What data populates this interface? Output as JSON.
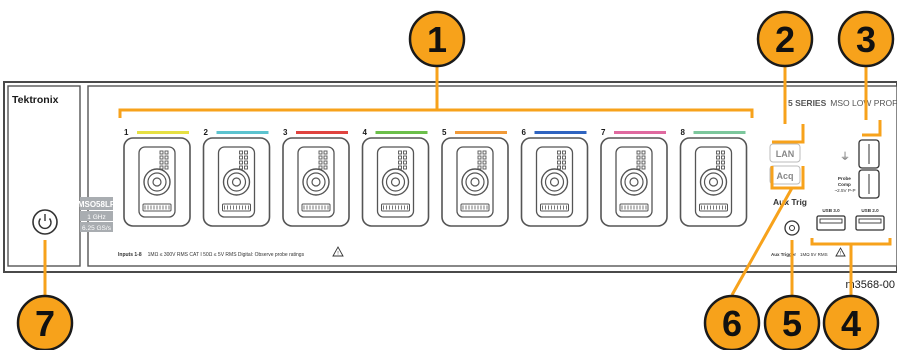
{
  "brand": "Tektronix",
  "series_label": {
    "bold": "5 SERIES",
    "rest": "MSO LOW PROFILE"
  },
  "model": {
    "name": "MSO58LP",
    "bandwidth": "1 GHz",
    "sample_rate": "6.25 GS/s"
  },
  "channels": [
    {
      "number": "1",
      "color": "#e6e043"
    },
    {
      "number": "2",
      "color": "#5cc3cf"
    },
    {
      "number": "3",
      "color": "#e0433f"
    },
    {
      "number": "4",
      "color": "#6bbf4a"
    },
    {
      "number": "5",
      "color": "#f19a38"
    },
    {
      "number": "6",
      "color": "#2f64c0"
    },
    {
      "number": "7",
      "color": "#e06aa0"
    },
    {
      "number": "8",
      "color": "#7cc79c"
    }
  ],
  "inputs_note": {
    "label": "Inputs 1-8",
    "ratings": "1MΩ ≤ 300V RMS CAT I    50Ω ≤ 5V RMS    Digital: Observe probe ratings"
  },
  "buttons": {
    "lan": "LAN",
    "acq": "Acq"
  },
  "aux_trig": {
    "title": "Aux Trig",
    "footer_label": "Aux Trigger",
    "footer_rating": "1MΩ    5V RMS"
  },
  "ground_symbol": "⏚",
  "probe_comp": {
    "line1": "Probe",
    "line2": "Comp",
    "line3": "~2.5V P-P"
  },
  "usb": {
    "port1": "USB 3.0",
    "port2": "USB 2.0"
  },
  "figure_id": "m3568-00",
  "callouts": [
    "1",
    "2",
    "3",
    "4",
    "5",
    "6",
    "7"
  ],
  "colors": {
    "callout_fill": "#f7a21b",
    "callout_stroke": "#1a1a1a",
    "bracket": "#f7a21b",
    "panel_border": "#4a4a4a",
    "connector": "#555555"
  }
}
